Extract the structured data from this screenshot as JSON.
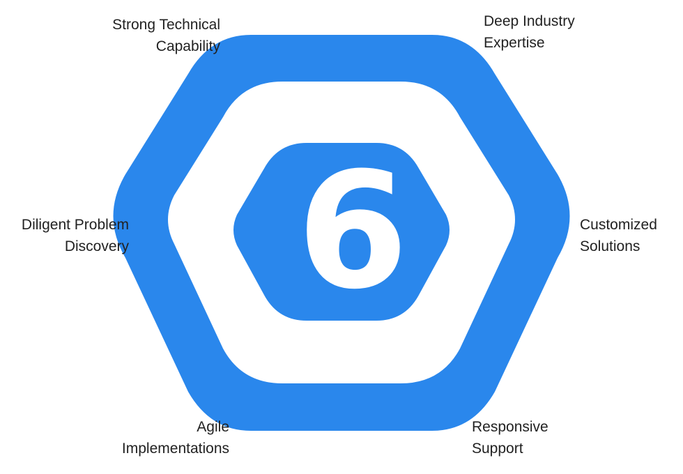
{
  "diagram": {
    "center_number": "6",
    "accent_color": "#2a87ec",
    "labels": {
      "top_left": [
        "Strong Technical",
        "Capability"
      ],
      "top_right": [
        "Deep Industry",
        "Expertise"
      ],
      "mid_left": [
        "Diligent Problem",
        "Discovery"
      ],
      "mid_right": [
        "Customized",
        "Solutions"
      ],
      "bottom_left": [
        "Agile",
        "Implementations"
      ],
      "bottom_right": [
        "Responsive",
        "Support"
      ]
    }
  }
}
